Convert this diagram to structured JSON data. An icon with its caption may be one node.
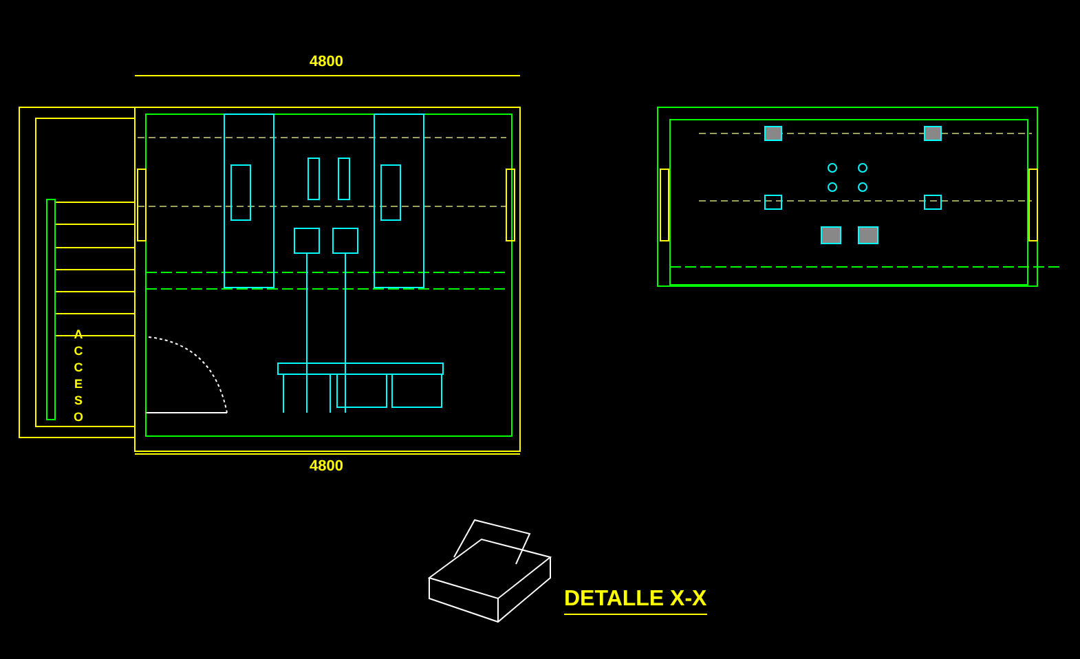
{
  "diagram": {
    "labels": [
      "4800",
      "ACCESO",
      "4800",
      "DETALLE X-X"
    ]
  }
}
